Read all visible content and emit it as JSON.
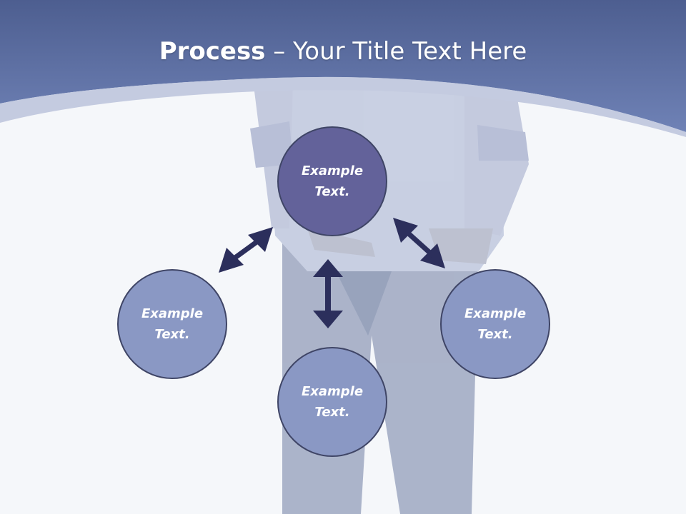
{
  "slide": {
    "title_bold": "Process",
    "title_rest": " – Your Title Text Here"
  },
  "nodes": {
    "center": "Example Text.",
    "left": "Example Text.",
    "bottom": "Example Text.",
    "right": "Example Text."
  },
  "colors": {
    "header": "#5a6b9e",
    "arc": "#c4cbe0",
    "main_node": "#63629a",
    "sub_node": "#8a98c4",
    "arrow": "#2c2f5c"
  }
}
